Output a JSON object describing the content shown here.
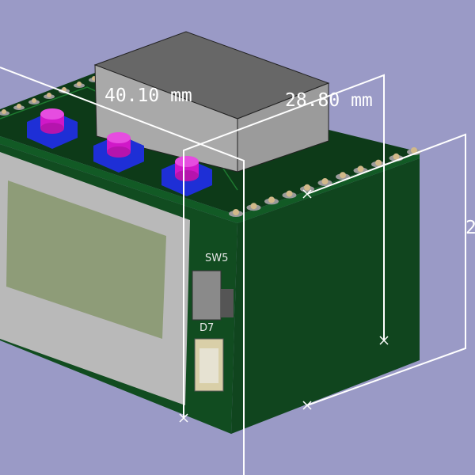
{
  "viewport": {
    "background_color": "#9a9ac6",
    "board_color": "#0f4a1f",
    "dimensions": [
      {
        "label": "40.10 mm"
      },
      {
        "label": "28.80 mm"
      },
      {
        "label": "2"
      }
    ],
    "silkscreen": {
      "switch_label": "SW5",
      "diode_label": "D7"
    }
  }
}
